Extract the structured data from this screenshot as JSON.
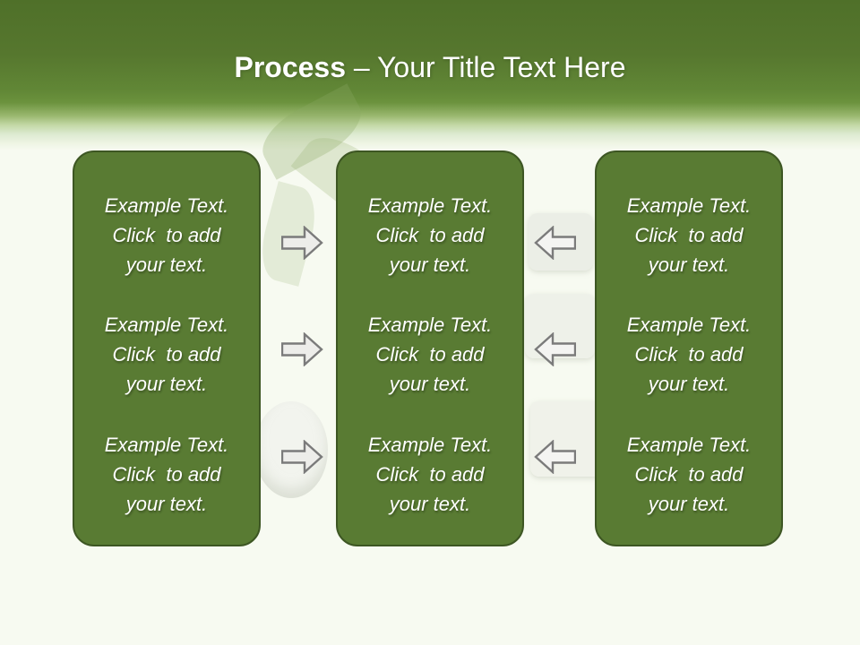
{
  "slide": {
    "title": {
      "emphasis": "Process",
      "separator": " – ",
      "text": "Your Title Text Here"
    },
    "columns": [
      {
        "name": "left",
        "groups": [
          {
            "lines": [
              "Example Text.",
              "Click  to add",
              "your text."
            ]
          },
          {
            "lines": [
              "Example Text.",
              "Click  to add",
              "your text."
            ]
          },
          {
            "lines": [
              "Example Text.",
              "Click  to add",
              "your text."
            ]
          }
        ]
      },
      {
        "name": "middle",
        "groups": [
          {
            "lines": [
              "Example Text.",
              "Click  to add",
              "your text."
            ]
          },
          {
            "lines": [
              "Example Text.",
              "Click  to add",
              "your text."
            ]
          },
          {
            "lines": [
              "Example Text.",
              "Click  to add",
              "your text."
            ]
          }
        ]
      },
      {
        "name": "right",
        "groups": [
          {
            "lines": [
              "Example Text.",
              "Click  to add",
              "your text."
            ]
          },
          {
            "lines": [
              "Example Text.",
              "Click  to add",
              "your text."
            ]
          },
          {
            "lines": [
              "Example Text.",
              "Click  to add",
              "your text."
            ]
          }
        ]
      }
    ],
    "arrows": [
      {
        "between": "left-middle",
        "row": 1,
        "direction": "right"
      },
      {
        "between": "left-middle",
        "row": 2,
        "direction": "right"
      },
      {
        "between": "left-middle",
        "row": 3,
        "direction": "right"
      },
      {
        "between": "middle-right",
        "row": 1,
        "direction": "left"
      },
      {
        "between": "middle-right",
        "row": 2,
        "direction": "left"
      },
      {
        "between": "middle-right",
        "row": 3,
        "direction": "left"
      }
    ],
    "colors": {
      "header_gradient_top": "#4f7029",
      "header_gradient_mid": "#6b923d",
      "background": "#f7faf1",
      "box_fill": "#597b33",
      "box_border": "#3d5623",
      "title_text": "#ffffff",
      "body_text": "#ffffff",
      "arrow_stroke": "#7b7b7b",
      "arrow_fill": "#ededea"
    }
  }
}
